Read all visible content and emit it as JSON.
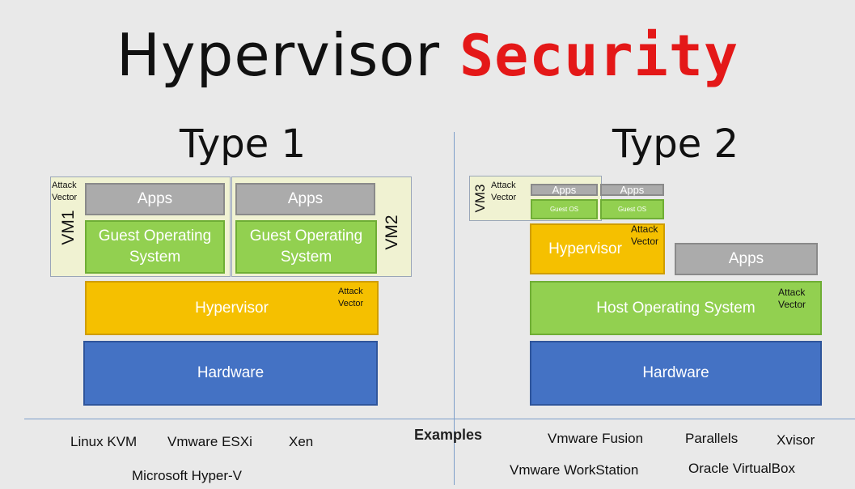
{
  "title": {
    "part1": "Hypervisor",
    "part2": "Security"
  },
  "type1": {
    "heading": "Type 1",
    "vm1_label": "VM1",
    "vm2_label": "VM2",
    "apps": "Apps",
    "guest_os_line1": "Guest Operating",
    "guest_os_line2": "System",
    "hypervisor": "Hypervisor",
    "hardware": "Hardware",
    "attack_line1": "Attack",
    "attack_line2": "Vector"
  },
  "type2": {
    "heading": "Type 2",
    "vm3_label": "VM3",
    "apps_small": "Apps",
    "guest_os_small": "Guest OS",
    "hypervisor": "Hypervisor",
    "apps": "Apps",
    "host_os": "Host Operating System",
    "hardware": "Hardware",
    "attack_line1": "Attack",
    "attack_line2": "Vector"
  },
  "examples": {
    "label": "Examples",
    "type1": [
      "Linux KVM",
      "Vmware ESXi",
      "Xen",
      "Microsoft Hyper-V"
    ],
    "type2": [
      "Vmware Fusion",
      "Parallels",
      "Xvisor",
      "Vmware WorkStation",
      "Oracle VirtualBox"
    ]
  },
  "colors": {
    "title_accent": "#e41818",
    "apps": "#ababab",
    "guest_os": "#92d050",
    "hypervisor": "#f5c000",
    "hardware": "#4472c4",
    "vm_box": "#f0f2d2"
  }
}
